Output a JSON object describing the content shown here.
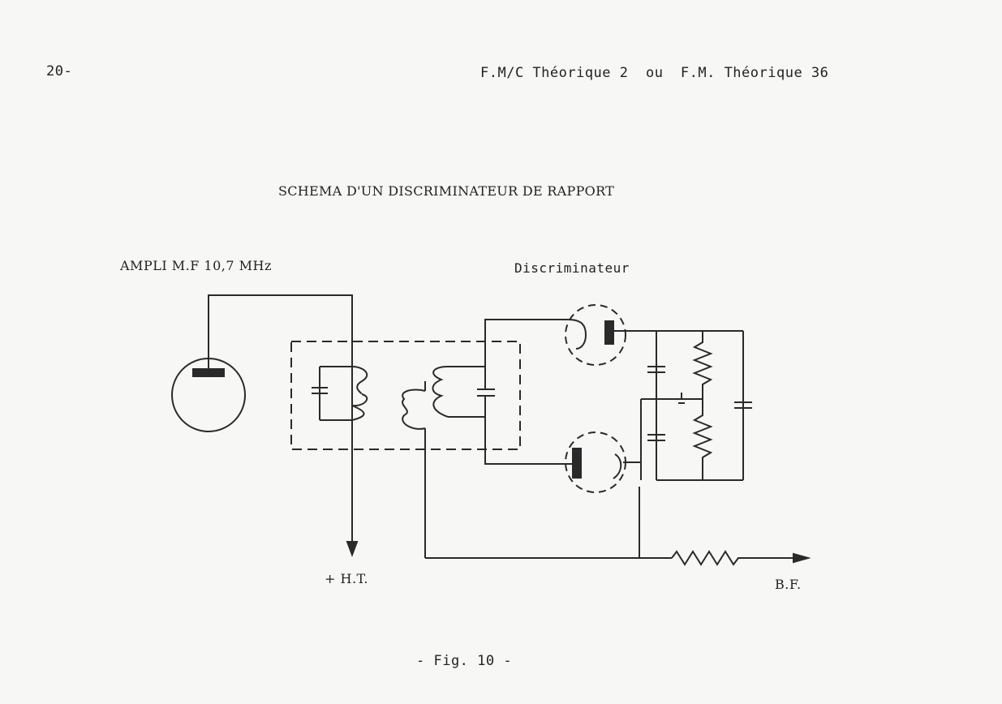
{
  "header": {
    "page_number": "20-",
    "running_title": "F.M/C Théorique 2  ou  F.M. Théorique 36"
  },
  "figure": {
    "title": "SCHEMA D'UN DISCRIMINATEUR DE RAPPORT",
    "label_amplifier": "AMPLI M.F 10,7 MHz",
    "label_discriminator": "Discriminateur",
    "label_high_tension": "+ H.T.",
    "label_output": "B.F.",
    "caption": "- Fig. 10 -"
  }
}
